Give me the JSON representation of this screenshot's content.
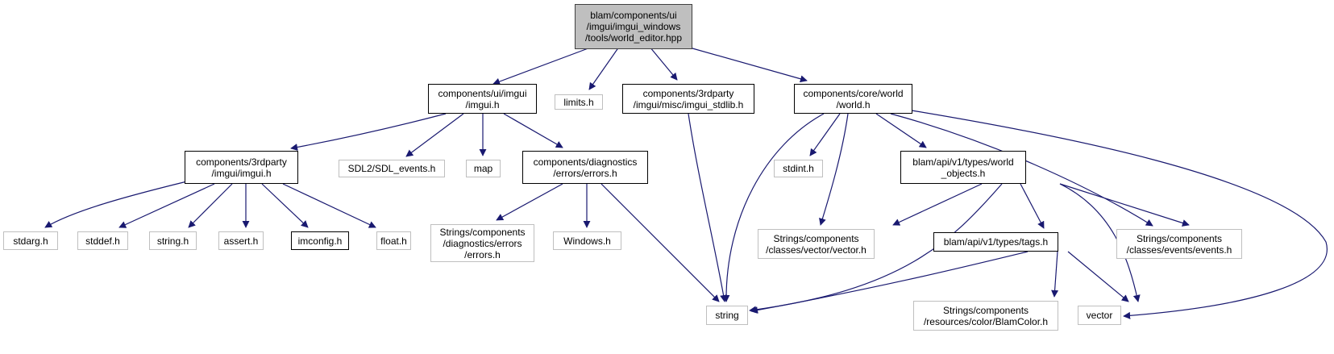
{
  "diagram": {
    "title": "Include dependency graph for world_editor.hpp",
    "colors": {
      "edge": "#191970",
      "root_fill": "#bfbfbf",
      "defined_border": "#000000",
      "external_border": "#bfbfbf"
    },
    "nodes": [
      {
        "id": "root",
        "label": "blam/components/ui\n/imgui/imgui_windows\n/tools/world_editor.hpp",
        "kind": "root"
      },
      {
        "id": "ui_imgui",
        "label": "components/ui/imgui\n/imgui.h",
        "kind": "defined"
      },
      {
        "id": "limits",
        "label": "limits.h",
        "kind": "external"
      },
      {
        "id": "imgui_stdlib",
        "label": "components/3rdparty\n/imgui/misc/imgui_stdlib.h",
        "kind": "defined"
      },
      {
        "id": "world",
        "label": "components/core/world\n/world.h",
        "kind": "defined"
      },
      {
        "id": "tp_imgui",
        "label": "components/3rdparty\n/imgui/imgui.h",
        "kind": "defined"
      },
      {
        "id": "sdl_events",
        "label": "SDL2/SDL_events.h",
        "kind": "external"
      },
      {
        "id": "map",
        "label": "map",
        "kind": "external"
      },
      {
        "id": "errors",
        "label": "components/diagnostics\n/errors/errors.h",
        "kind": "defined"
      },
      {
        "id": "stdint",
        "label": "stdint.h",
        "kind": "external"
      },
      {
        "id": "world_objects",
        "label": "blam/api/v1/types/world\n_objects.h",
        "kind": "defined"
      },
      {
        "id": "stdarg",
        "label": "stdarg.h",
        "kind": "external"
      },
      {
        "id": "stddef",
        "label": "stddef.h",
        "kind": "external"
      },
      {
        "id": "string_h",
        "label": "string.h",
        "kind": "external"
      },
      {
        "id": "assert",
        "label": "assert.h",
        "kind": "external"
      },
      {
        "id": "imconfig",
        "label": "imconfig.h",
        "kind": "defined"
      },
      {
        "id": "float",
        "label": "float.h",
        "kind": "external"
      },
      {
        "id": "str_errors",
        "label": "Strings/components\n/diagnostics/errors\n/errors.h",
        "kind": "external"
      },
      {
        "id": "windows",
        "label": "Windows.h",
        "kind": "external"
      },
      {
        "id": "str_vector",
        "label": "Strings/components\n/classes/vector/vector.h",
        "kind": "external"
      },
      {
        "id": "tags",
        "label": "blam/api/v1/types/tags.h",
        "kind": "defined"
      },
      {
        "id": "str_events",
        "label": "Strings/components\n/classes/events/events.h",
        "kind": "external"
      },
      {
        "id": "string",
        "label": "string",
        "kind": "external"
      },
      {
        "id": "blamcolor",
        "label": "Strings/components\n/resources/color/BlamColor.h",
        "kind": "external"
      },
      {
        "id": "vector",
        "label": "vector",
        "kind": "external"
      }
    ],
    "edges": [
      [
        "root",
        "ui_imgui"
      ],
      [
        "root",
        "limits"
      ],
      [
        "root",
        "imgui_stdlib"
      ],
      [
        "root",
        "world"
      ],
      [
        "ui_imgui",
        "tp_imgui"
      ],
      [
        "ui_imgui",
        "sdl_events"
      ],
      [
        "ui_imgui",
        "map"
      ],
      [
        "ui_imgui",
        "errors"
      ],
      [
        "imgui_stdlib",
        "string"
      ],
      [
        "world",
        "string"
      ],
      [
        "world",
        "stdint"
      ],
      [
        "world",
        "str_vector"
      ],
      [
        "world",
        "world_objects"
      ],
      [
        "world",
        "str_events"
      ],
      [
        "world",
        "vector"
      ],
      [
        "tp_imgui",
        "stdarg"
      ],
      [
        "tp_imgui",
        "stddef"
      ],
      [
        "tp_imgui",
        "string_h"
      ],
      [
        "tp_imgui",
        "assert"
      ],
      [
        "tp_imgui",
        "imconfig"
      ],
      [
        "tp_imgui",
        "float"
      ],
      [
        "errors",
        "str_errors"
      ],
      [
        "errors",
        "windows"
      ],
      [
        "errors",
        "string"
      ],
      [
        "world_objects",
        "str_vector"
      ],
      [
        "world_objects",
        "string"
      ],
      [
        "world_objects",
        "tags"
      ],
      [
        "world_objects",
        "vector"
      ],
      [
        "world_objects",
        "str_events"
      ],
      [
        "tags",
        "string"
      ],
      [
        "tags",
        "blamcolor"
      ],
      [
        "tags",
        "vector"
      ]
    ]
  }
}
